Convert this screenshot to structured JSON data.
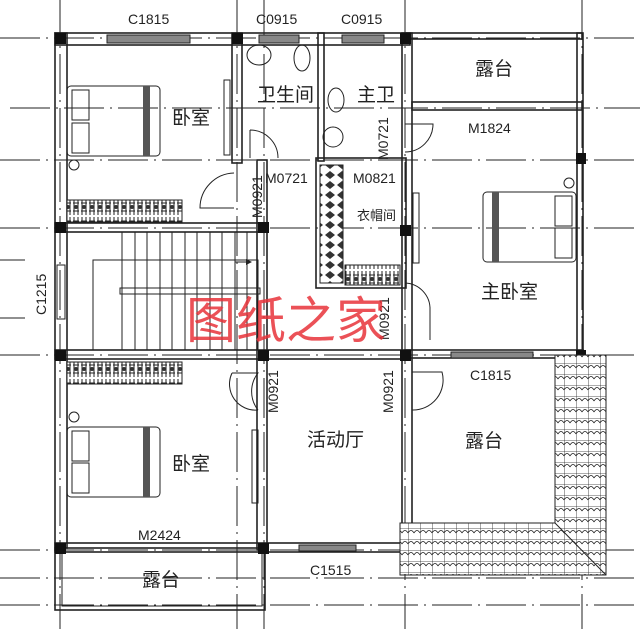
{
  "watermark": "图纸之家",
  "rooms": [
    {
      "id": "bedroom-nw",
      "label": "卧室"
    },
    {
      "id": "bathroom",
      "label": "卫生间"
    },
    {
      "id": "master-bath",
      "label": "主卫"
    },
    {
      "id": "terrace-ne",
      "label": "露台"
    },
    {
      "id": "cloakroom",
      "label": "衣帽间"
    },
    {
      "id": "master-bedroom",
      "label": "主卧室"
    },
    {
      "id": "bedroom-sw",
      "label": "卧室"
    },
    {
      "id": "activity-hall",
      "label": "活动厅"
    },
    {
      "id": "terrace-se",
      "label": "露台"
    },
    {
      "id": "terrace-s",
      "label": "露台"
    }
  ],
  "windows": [
    {
      "id": "w-top-left",
      "label": "C1815"
    },
    {
      "id": "w-top-bath",
      "label": "C0915"
    },
    {
      "id": "w-top-mbath",
      "label": "C0915"
    },
    {
      "id": "w-stair",
      "label": "C1215"
    },
    {
      "id": "w-master-south",
      "label": "C1815"
    },
    {
      "id": "w-hall-south",
      "label": "C1515"
    }
  ],
  "doors": [
    {
      "id": "d-terrace-ne",
      "label": "M1824"
    },
    {
      "id": "d-bath",
      "label": "M0721"
    },
    {
      "id": "d-mbath",
      "label": "M0721"
    },
    {
      "id": "d-bedroom-nw",
      "label": "M0921"
    },
    {
      "id": "d-cloak",
      "label": "M0821"
    },
    {
      "id": "d-master",
      "label": "M0921"
    },
    {
      "id": "d-bedroom-sw",
      "label": "M0921"
    },
    {
      "id": "d-terrace-se",
      "label": "M0921"
    },
    {
      "id": "d-terrace-s",
      "label": "M2424"
    }
  ]
}
